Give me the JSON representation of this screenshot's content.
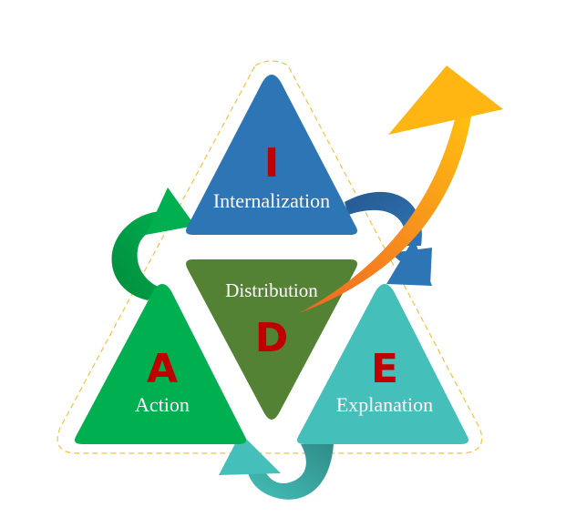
{
  "nodes": {
    "internalization": {
      "letter": "I",
      "label": "Internalization"
    },
    "distribution": {
      "letter": "D",
      "label": "Distribution"
    },
    "action": {
      "letter": "A",
      "label": "Action"
    },
    "explanation": {
      "letter": "E",
      "label": "Explanation"
    }
  },
  "colors": {
    "internalization": "#2E75B6",
    "distribution": "#548235",
    "action": "#00B050",
    "explanation": "#45BFB9",
    "letter": "#C00000",
    "label": "#FFFFFF",
    "outline": "#F5C242",
    "arrow_top_right": "#2A5F9E",
    "arrow_bottom": "#3A9A96",
    "arrow_left": "#00A048",
    "growth_arrow_start": "#F26522",
    "growth_arrow_end": "#FFC20E"
  }
}
